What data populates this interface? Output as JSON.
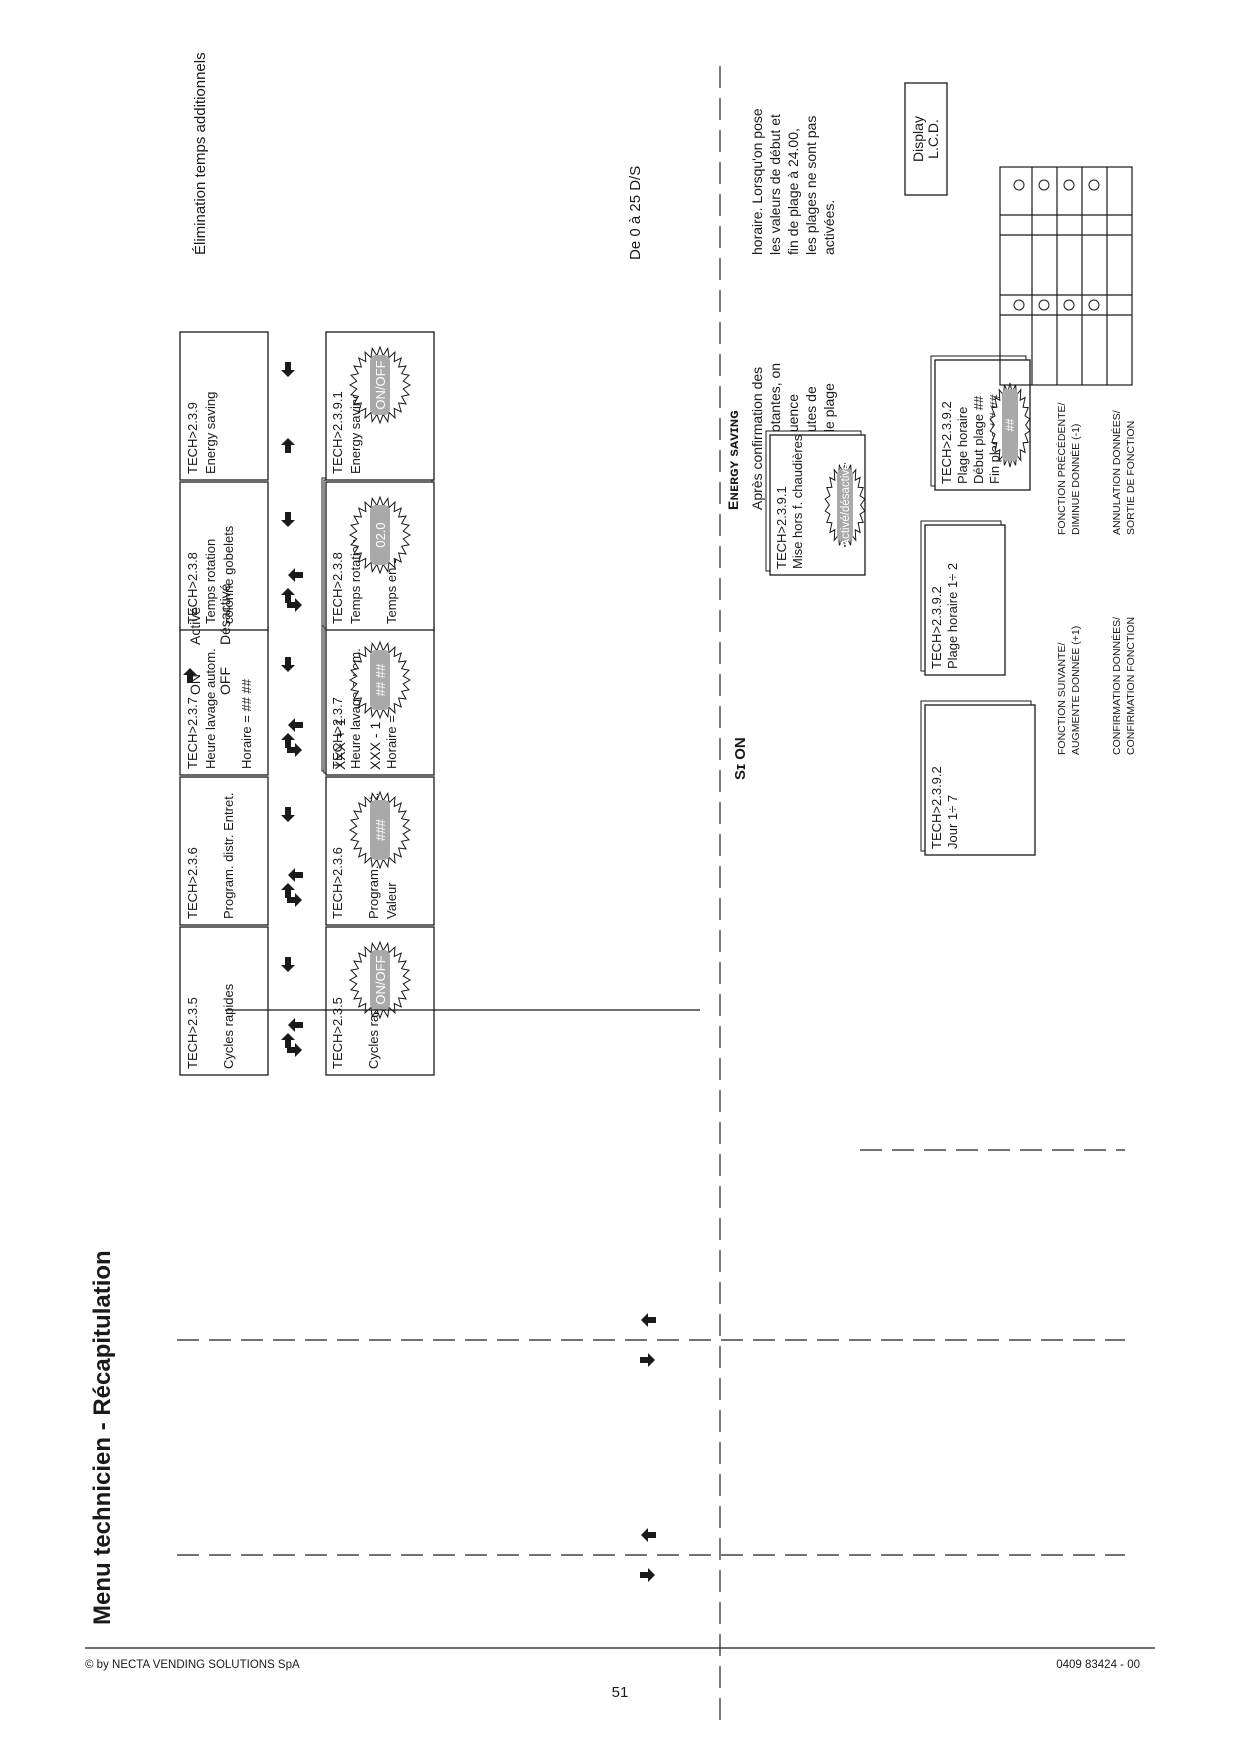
{
  "page": {
    "title": "Menu technicien - Récapitulation",
    "footer_left": "© by NECTA VENDING SOLUTIONS SpA",
    "footer_right": "0409 83424 - 00",
    "page_number": "51"
  },
  "main_boxes": [
    {
      "lines": [
        "TECH>2.3.5",
        "",
        "Cycles rapides"
      ]
    },
    {
      "lines": [
        "TECH>2.3.6",
        "",
        "Program. distr. Entret."
      ]
    },
    {
      "lines": [
        "TECH>2.3.7",
        "Heure lavage autom.",
        "",
        "Horaire = ## ##"
      ]
    },
    {
      "lines": [
        "TECH>2.3.8",
        "Temps rotation",
        "colonne gobelets"
      ]
    },
    {
      "lines": [
        "TECH>2.3.9",
        "Energy saving"
      ]
    }
  ],
  "sub_boxes": [
    {
      "lines": [
        "TECH>2.3.5",
        "",
        "Cycles rapides"
      ],
      "highlight": "ON/OFF"
    },
    {
      "lines": [
        "TECH>2.3.6",
        "",
        "Program. distr. Entret.",
        "Valeur"
      ],
      "highlight": "###"
    },
    {
      "lines": [
        "TECH>2.3.7",
        "Heure lavage autom.",
        "",
        "Horaire ="
      ],
      "highlight": "## ##"
    },
    {
      "lines": [
        "TECH>2.3.8",
        "Temps rotation",
        "",
        "Temps en D/S"
      ],
      "highlight": "02.0"
    },
    {
      "lines": [
        "TECH>2.3.9.1",
        "Energy saving"
      ],
      "highlight": "ON/OFF"
    }
  ],
  "onoff_legend": {
    "on": "ON",
    "on_desc": "Activé",
    "off": "OFF",
    "off_desc": "Désactivé"
  },
  "value_legend": {
    "plus": "XXX + 1",
    "minus": "XXX - 1"
  },
  "note_elimination": "Élimination temps additionnels",
  "note_range": "De 0 à 25 D/S",
  "si_on": "Sɪ ON",
  "energy_saving_note": {
    "title": "Eɴᴇʀɢʏ sᴀᴠɪɴɢ",
    "col1": [
      "Après confirmation des",
      "valeurs clignotantes, on",
      "entre en séquence",
      "heure et minutes de",
      "début et fin de plage"
    ],
    "col2": [
      "horaire. Lorsqu'on pose",
      "les valeurs de début et",
      "fin de plage à 24.00,",
      "les plages ne sont pas",
      "activées."
    ]
  },
  "energy_boxes": [
    {
      "lines": [
        "TECH>2.3.9.1",
        "Mise hors f. chaudières"
      ],
      "highlight": "Activé/désactivé"
    },
    {
      "lines": [
        "TECH>2.3.9.2",
        "Jour  1÷ 7"
      ]
    },
    {
      "lines": [
        "TECH>2.3.9.2",
        "Plage horaire  1÷ 2"
      ]
    },
    {
      "lines": [
        "TECH>2.3.9.2",
        "Plage horaire",
        "Début plage ##",
        "Fin plage ## ##"
      ],
      "highlight": "##"
    }
  ],
  "legend": {
    "next": [
      "FONCTION SUIVANTE/",
      "AUGMENTE DONNÉE (+1)"
    ],
    "prev": [
      "FONCTION PRÉCÉDENTE/",
      "DIMINUE DONNÉE (-1)"
    ],
    "confirm": [
      "CONFIRMATION DONNÉES/",
      "CONFIRMATION FONCTION"
    ],
    "cancel": [
      "ANNULATION DONNÉES/",
      "SORTIE DE FONCTION"
    ]
  },
  "display": {
    "lines": [
      "Display",
      "L.C.D."
    ]
  },
  "colors": {
    "ink": "#1a1a1a",
    "highlight": "#a9a9a9"
  }
}
